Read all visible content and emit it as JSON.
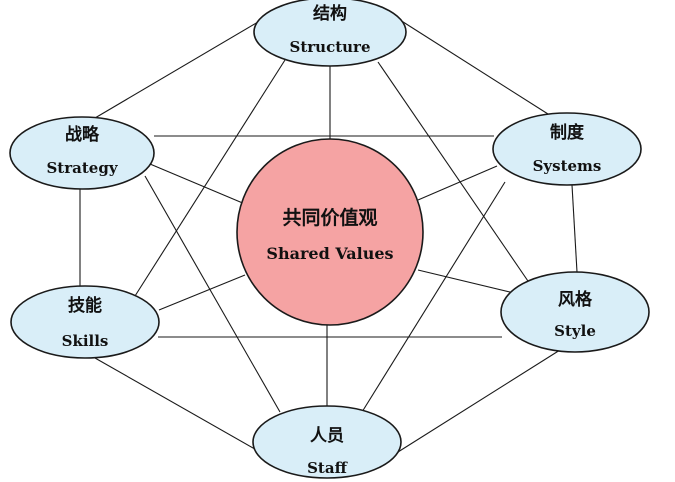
{
  "center": {
    "zh": "共同价值观",
    "en": "Shared Values"
  },
  "nodes": [
    {
      "id": "structure",
      "zh": "结构",
      "en": "Structure"
    },
    {
      "id": "systems",
      "zh": "制度",
      "en": "Systems"
    },
    {
      "id": "style",
      "zh": "风格",
      "en": "Style"
    },
    {
      "id": "staff",
      "zh": "人员",
      "en": "Staff"
    },
    {
      "id": "skills",
      "zh": "技能",
      "en": "Skills"
    },
    {
      "id": "strategy",
      "zh": "战略",
      "en": "Strategy"
    }
  ],
  "colors": {
    "node_fill": "#d9eef8",
    "center_fill": "#f5a3a3",
    "line": "#1a1a1a"
  }
}
